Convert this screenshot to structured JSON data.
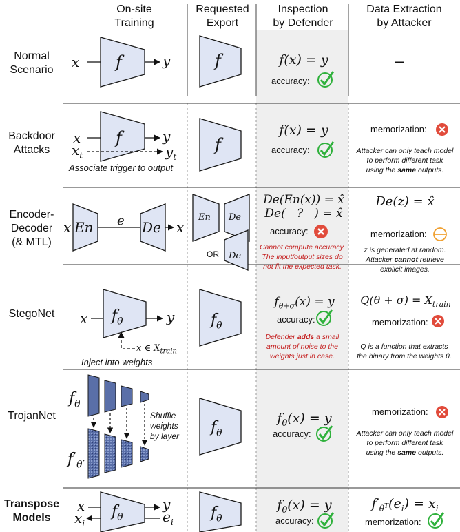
{
  "headers": {
    "col1": "On-site\nTraining",
    "col2": "Requested\nExport",
    "col3": "Inspection\nby Defender",
    "col4": "Data Extraction\nby Attacker"
  },
  "rows": [
    {
      "label": "Normal\nScenario",
      "bold": false
    },
    {
      "label": "Backdoor\nAttacks",
      "bold": false
    },
    {
      "label": "Encoder-\nDecoder\n(& MTL)",
      "bold": false
    },
    {
      "label": "StegoNet",
      "bold": false
    },
    {
      "label": "TrojanNet",
      "bold": false
    },
    {
      "label": "Transpose\nModels",
      "bold": true
    }
  ],
  "symbols": {
    "x": "x",
    "y": "y",
    "f": "f",
    "xt": "x",
    "t": "t",
    "yt": "y",
    "e": "e",
    "En": "En",
    "De": "De",
    "ftheta": "f",
    "theta": "θ",
    "xi": "x",
    "i": "i",
    "ei": "e"
  },
  "row1": {
    "eq": "f(x) = y",
    "acc": "accuracy:",
    "dash": "–"
  },
  "row2": {
    "eq": "f(x) = y",
    "acc": "accuracy:",
    "caption": "Associate trigger to output",
    "mem": "memorization:",
    "note_a": "Attacker can only teach model",
    "note_b": "to perform different task",
    "note_c_pre": "using the ",
    "note_c_em": "same",
    "note_c_post": " outputs."
  },
  "row3": {
    "eq1": "De(En(x)) = x̂",
    "eq2": "De(   ?   ) = x̂",
    "or": "OR",
    "acc": "accuracy:",
    "red1": "Cannot compute accuracy.",
    "red2": "The input/output sizes do",
    "red3": "not fit the expected task.",
    "att_eq": "De(z) = x̂",
    "mem": "memorization:",
    "note1": "z is generated at random.",
    "note2_pre": "Attacker ",
    "note2_em": "cannot",
    "note2_post": " retrieve",
    "note3": "explicit images."
  },
  "row4": {
    "eq": "f_{θ+σ}(x) = y",
    "eq_sub": "θ+σ",
    "eq_rest": "(x) = y",
    "acc": "accuracy:",
    "red1_pre": "Defender ",
    "red1_em": "adds",
    "red1_post": " a small",
    "red2": "amount of noise to the",
    "red3": "weights just in case.",
    "train_in": "x ∈ X",
    "train_sub": "train",
    "caption": "Inject into weights",
    "att_eq": "Q(θ + σ) = X",
    "att_sub": "train",
    "mem": "memorization:",
    "note1": "Q is a function that extracts",
    "note2": "the binary from the weights θ."
  },
  "row5": {
    "eq_rest": "(x) = y",
    "acc": "accuracy:",
    "shuffle1": "Shuffle",
    "shuffle2": "weights",
    "shuffle3": "by layer",
    "fprime": "f′",
    "fprime_sub": "θ′",
    "mem": "memorization:",
    "note_a": "Attacker can only teach model",
    "note_b": "to perform different task",
    "note_c_pre": "using the ",
    "note_c_em": "same",
    "note_c_post": " outputs."
  },
  "row6": {
    "eq_rest": "(x) = y",
    "acc": "accuracy:",
    "att_eq_pre": "f′",
    "att_sup": "T",
    "att_sub": "θ",
    "att_eq_post": "(e",
    "att_eq_end": ") = x",
    "mem": "memorization:"
  },
  "colors": {
    "trap_fill": "#dfe5f4",
    "trap_stroke": "#1a1a1a",
    "shade": "#efefef",
    "check": "#2fb13c",
    "cross": "#e14b3b",
    "half": "#f0a030",
    "red_text": "#c41e1e",
    "trojan": "#5a6fa8"
  }
}
